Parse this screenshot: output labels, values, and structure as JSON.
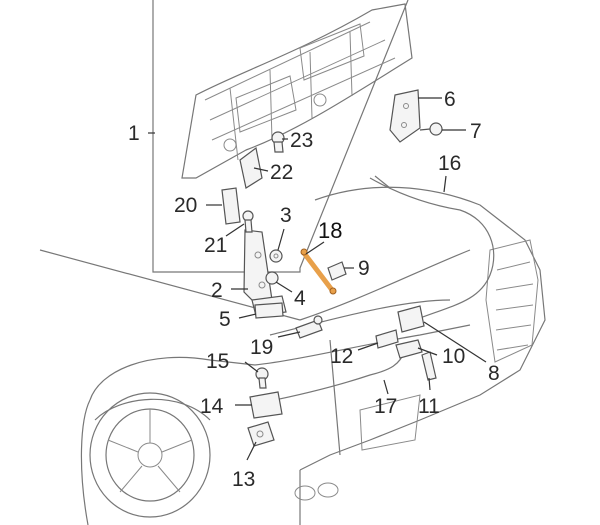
{
  "diagram": {
    "highlight_color": "#e8a04a",
    "line_color": "#777777",
    "labels": {
      "p1": "1",
      "p2": "2",
      "p3": "3",
      "p4": "4",
      "p5": "5",
      "p6": "6",
      "p7": "7",
      "p8": "8",
      "p9": "9",
      "p10": "10",
      "p11": "11",
      "p12": "12",
      "p13": "13",
      "p14": "14",
      "p15": "15",
      "p16": "16",
      "p17": "17",
      "p18": "18",
      "p19": "19",
      "p20": "20",
      "p21": "21",
      "p22": "22",
      "p23": "23"
    }
  }
}
